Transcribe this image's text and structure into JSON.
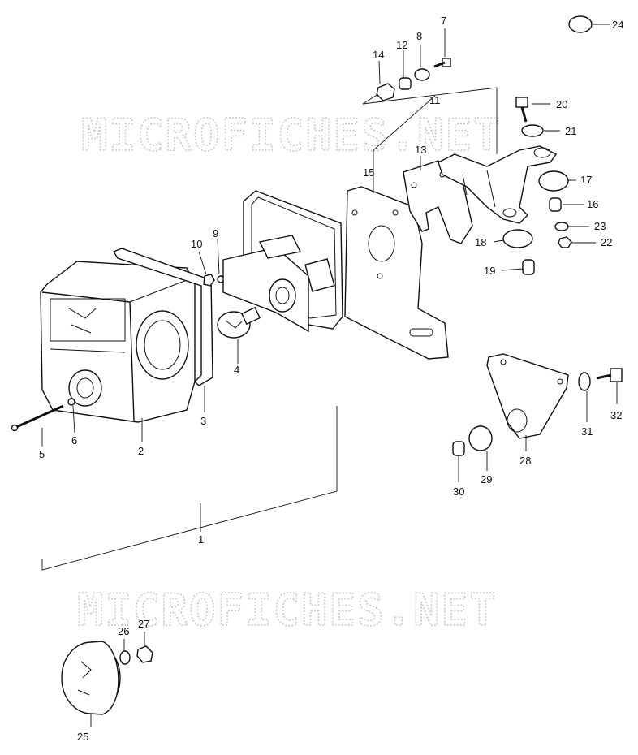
{
  "diagram": {
    "watermarks": [
      "MICROFICHES.NET",
      "MICROFICHES.NET"
    ],
    "callouts": {
      "c1": "1",
      "c2": "2",
      "c3": "3",
      "c4": "4",
      "c5": "5",
      "c6": "6",
      "c7": "7",
      "c8": "8",
      "c9": "9",
      "c10": "10",
      "c11": "11",
      "c12": "12",
      "c13": "13",
      "c14": "14",
      "c15": "15",
      "c16": "16",
      "c17": "17",
      "c19": "19",
      "c20": "20",
      "c21": "21",
      "c22": "22",
      "c23": "23",
      "c24": "24",
      "c25": "25",
      "c26": "26",
      "c27": "27",
      "c28": "28",
      "c29": "29",
      "c30": "30",
      "c31": "31",
      "c32": "32",
      "c18": "18"
    }
  }
}
